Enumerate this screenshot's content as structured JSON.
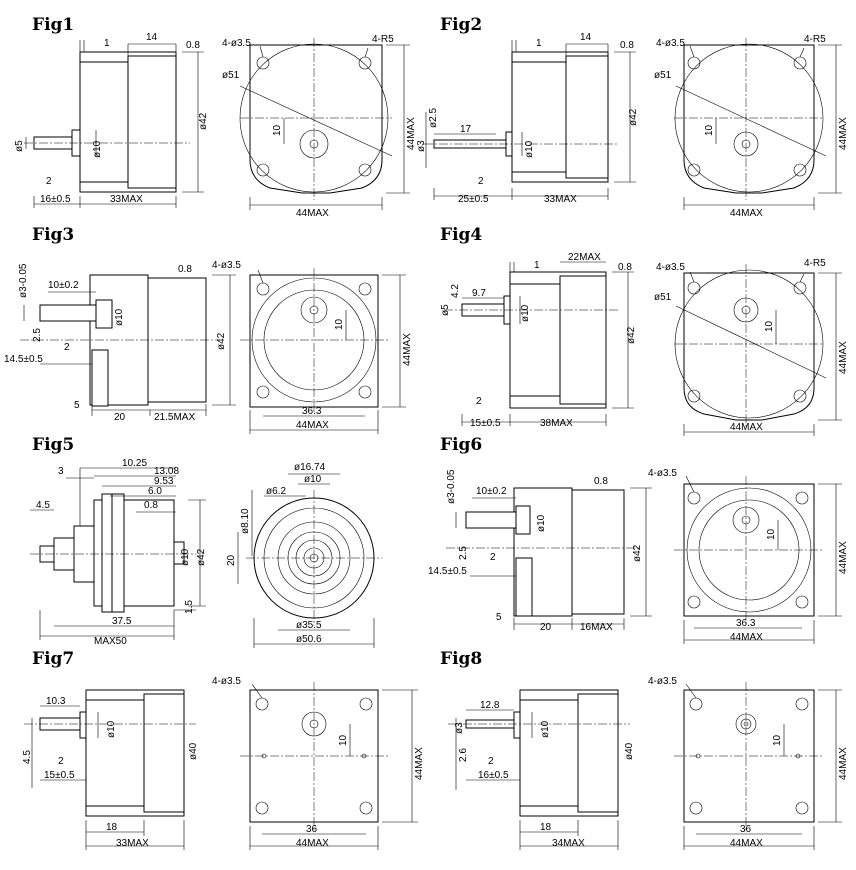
{
  "figures": [
    {
      "title": "Fig1",
      "labels": {
        "a": "1",
        "b": "14",
        "c": "0.8",
        "d": "ø5",
        "e": "ø10",
        "f": "ø42",
        "g": "2",
        "h": "16±0.5",
        "i": "33MAX",
        "j": "4-ø3.5",
        "k": "4-R5",
        "l": "ø51",
        "m": "10",
        "n": "44MAX",
        "o": "44MAX"
      }
    },
    {
      "title": "Fig2",
      "labels": {
        "a": "1",
        "b": "14",
        "c": "0.8",
        "d": "ø2.5",
        "e": "17",
        "f": "ø3",
        "g": "ø10",
        "h": "ø42",
        "i": "2",
        "j": "25±0.5",
        "k": "33MAX",
        "l": "4-ø3.5",
        "m": "4-R5",
        "n": "ø51",
        "o": "10",
        "p": "44MAX",
        "q": "44MAX"
      }
    },
    {
      "title": "Fig3",
      "labels": {
        "a": "ø3-0.05",
        "b": "10±0.2",
        "c": "0.8",
        "d": "ø10",
        "e": "2.5",
        "f": "2",
        "g": "14.5±0.5",
        "h": "ø42",
        "i": "5",
        "j": "20",
        "k": "21.5MAX",
        "l": "4-ø3.5",
        "m": "10",
        "n": "44MAX",
        "o": "36.3",
        "p": "44MAX"
      }
    },
    {
      "title": "Fig4",
      "labels": {
        "a": "1",
        "b": "22MAX",
        "c": "0.8",
        "d": "4.2",
        "e": "9.7",
        "f": "ø5",
        "g": "ø10",
        "h": "ø42",
        "i": "2",
        "j": "15±0.5",
        "k": "38MAX",
        "l": "4-ø3.5",
        "m": "4-R5",
        "n": "ø51",
        "o": "10",
        "p": "44MAX",
        "q": "44MAX"
      }
    },
    {
      "title": "Fig5",
      "labels": {
        "a": "10.25",
        "b": "3",
        "c": "13.08",
        "d": "9.53",
        "e": "6.0",
        "f": "4.5",
        "g": "0.8",
        "h": "ø10",
        "i": "ø42",
        "j": "1.5",
        "k": "37.5",
        "l": "MAX50",
        "m": "ø16.74",
        "n": "ø10",
        "o": "ø6.2",
        "p": "ø8.10",
        "q": "20",
        "r": "ø35.5",
        "s": "ø50.6"
      }
    },
    {
      "title": "Fig6",
      "labels": {
        "a": "ø3-0.05",
        "b": "10±0.2",
        "c": "0.8",
        "d": "ø10",
        "e": "2.5",
        "f": "2",
        "g": "14.5±0.5",
        "h": "ø42",
        "i": "5",
        "j": "20",
        "k": "16MAX",
        "l": "4-ø3.5",
        "m": "10",
        "n": "44MAX",
        "o": "36.3",
        "p": "44MAX"
      }
    },
    {
      "title": "Fig7",
      "labels": {
        "a": "10.3",
        "b": "ø10",
        "c": "4.5",
        "d": "2",
        "e": "15±0.5",
        "f": "ø40",
        "g": "18",
        "h": "33MAX",
        "i": "4-ø3.5",
        "j": "10",
        "k": "44MAX",
        "l": "36",
        "m": "44MAX"
      }
    },
    {
      "title": "Fig8",
      "labels": {
        "a": "12.8",
        "b": "ø3",
        "c": "ø10",
        "d": "2.6",
        "e": "2",
        "f": "16±0.5",
        "g": "ø40",
        "h": "18",
        "i": "34MAX",
        "j": "4-ø3.5",
        "k": "10",
        "l": "44MAX",
        "m": "36",
        "n": "44MAX"
      }
    }
  ]
}
